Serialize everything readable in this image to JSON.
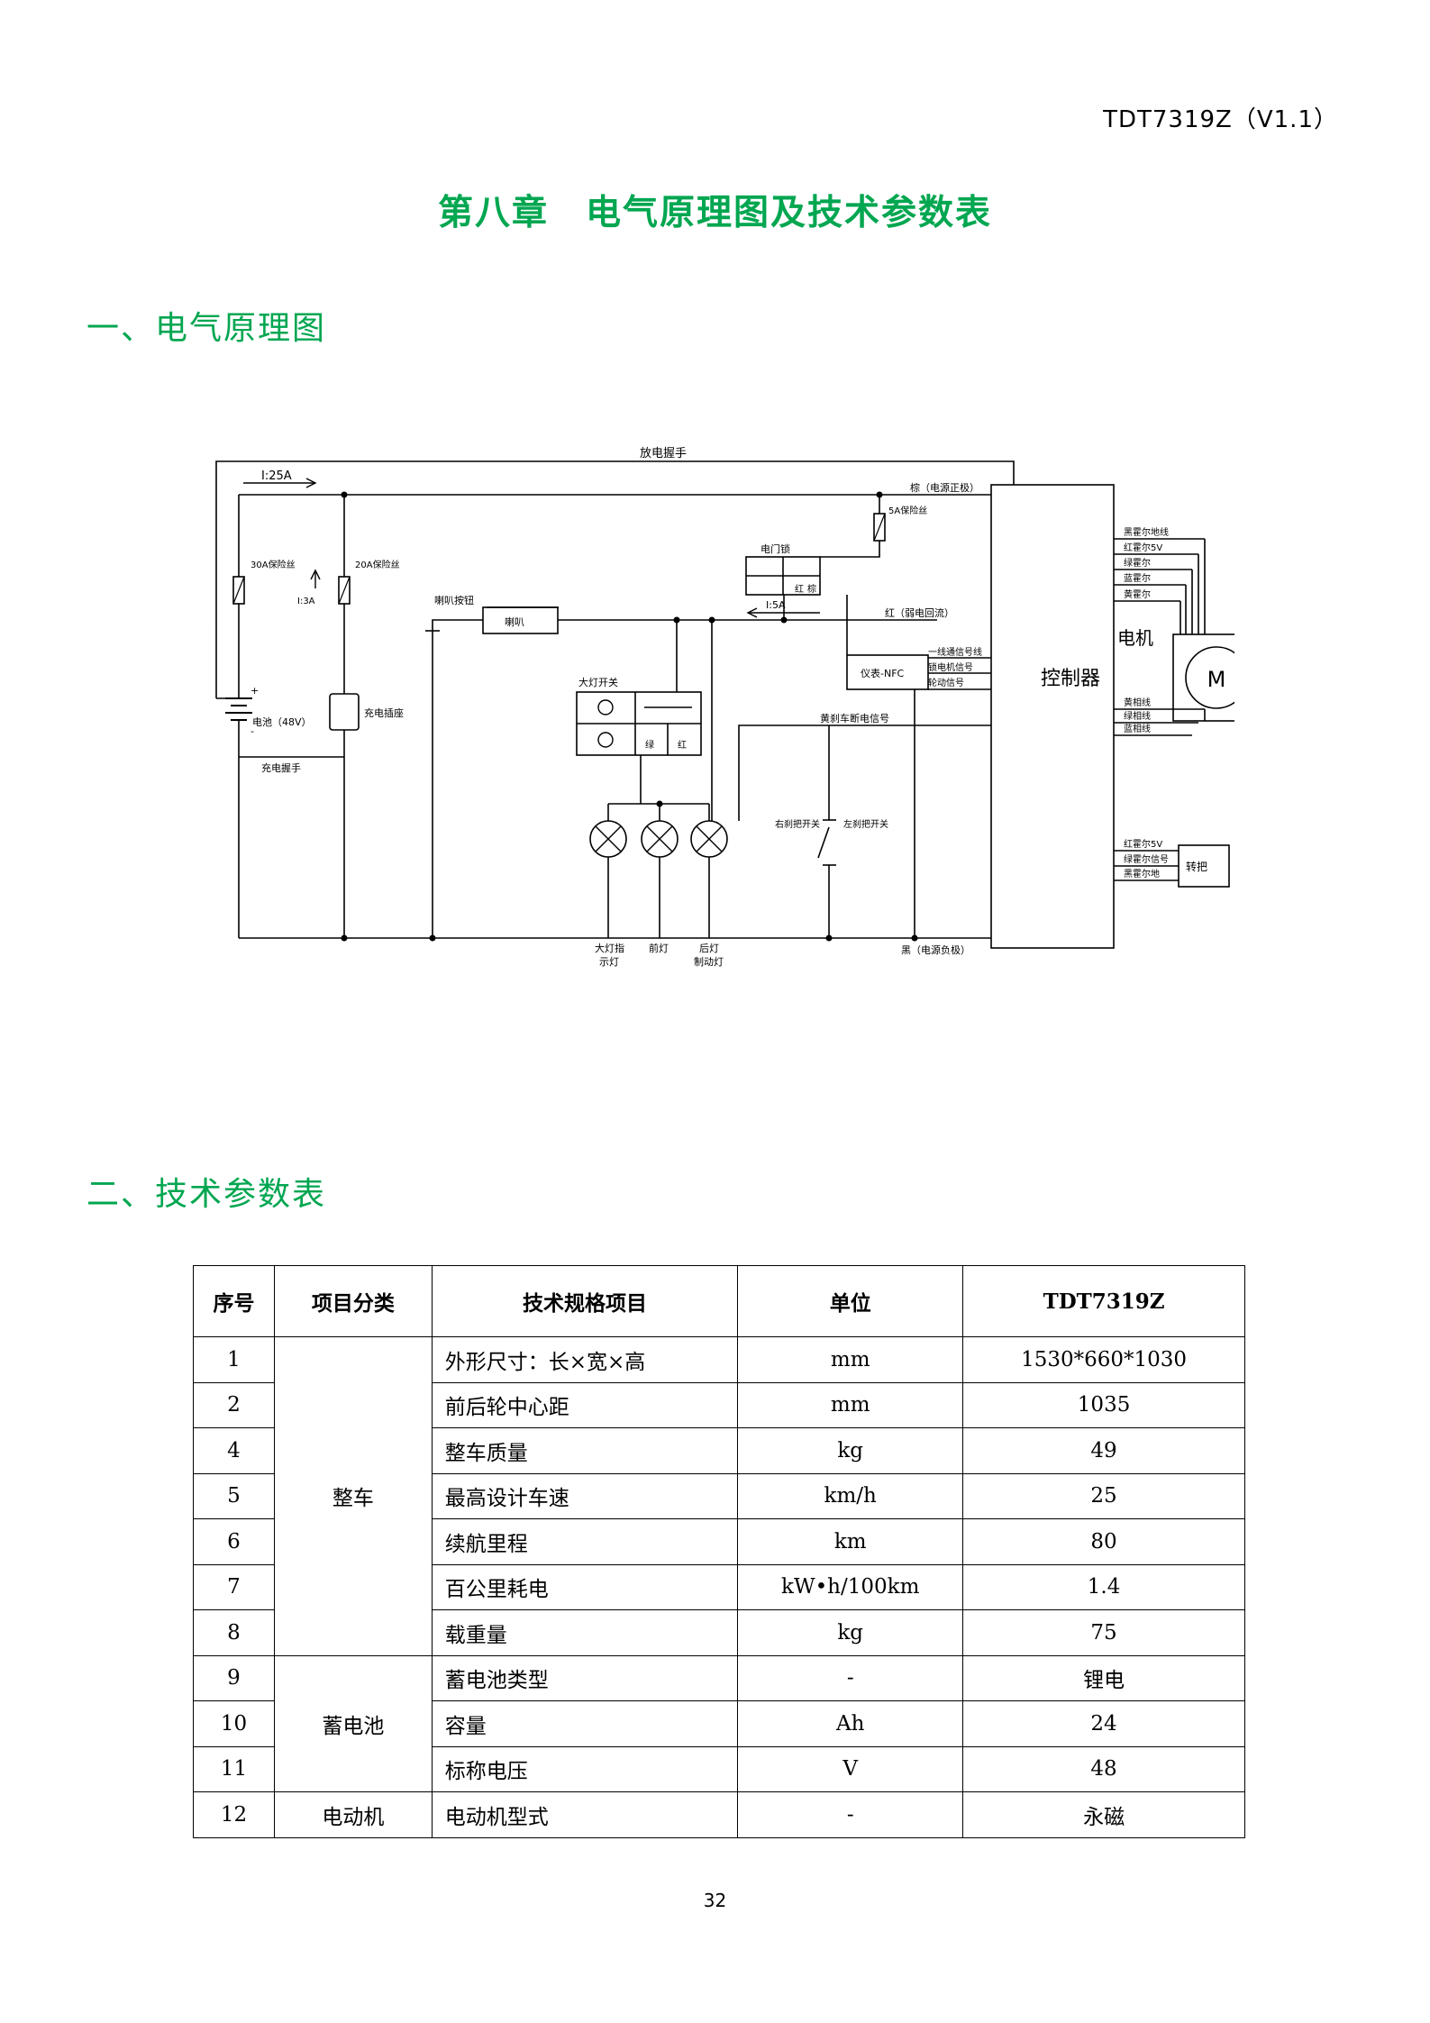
{
  "header": {
    "doc_code": "TDT7319Z（V1.1）"
  },
  "chapter_title": "第八章　电气原理图及技术参数表",
  "sections": {
    "s1": "一、电气原理图",
    "s2": "二、技术参数表"
  },
  "diagram": {
    "discharge_handle": "放电握手",
    "i25a": "I:25A",
    "brown_pos": "棕（电源正极）",
    "fuse30": "30A保险丝",
    "fuse20": "20A保险丝",
    "i3a": "I:3A",
    "fuse5": "5A保险丝",
    "e_lock": "电门锁",
    "red_small": "红",
    "brown_small": "棕",
    "horn_button": "喇叭按钮",
    "horn": "喇叭",
    "i5a": "I:5A",
    "red_weak": "红（弱电回流）",
    "one_wire": "一线通信号线",
    "lock_motor": "锁电机信号",
    "wheel_signal": "轮动信号",
    "meter_nfc": "仪表-NFC",
    "headlight_switch": "大灯开关",
    "green": "绿",
    "red": "红",
    "yellow_brake": "黄刹车断电信号",
    "battery": "电池（48V）",
    "charger_port": "充电插座",
    "charge_handle": "充电握手",
    "plus": "+",
    "minus": "-",
    "controller": "控制器",
    "motor": "电机",
    "motor_m": "M",
    "hall_black_gnd": "黑霍尔地线",
    "hall_red_5v": "红霍尔5V",
    "hall_green": "绿霍尔",
    "hall_blue": "蓝霍尔",
    "hall_yellow": "黄霍尔",
    "phase_yellow": "黄相线",
    "phase_green": "绿相线",
    "phase_blue": "蓝相线",
    "right_brake": "右刹把开关",
    "left_brake": "左刹把开关",
    "throttle_red_5v": "红霍尔5V",
    "throttle_green": "绿霍尔信号",
    "throttle_black": "黑霍尔地",
    "throttle": "转把",
    "head_indicator_1": "大灯指",
    "head_indicator_2": "示灯",
    "front_light": "前灯",
    "rear_light_1": "后灯",
    "rear_light_2": "制动灯",
    "black_neg": "黑（电源负极）"
  },
  "table": {
    "headers": [
      "序号",
      "项目分类",
      "技术规格项目",
      "单位",
      "TDT7319Z"
    ],
    "groups": [
      {
        "category": "整车",
        "rows": [
          {
            "no": "1",
            "item": "外形尺寸：长×宽×高",
            "unit": "mm",
            "value": "1530*660*1030"
          },
          {
            "no": "2",
            "item": "前后轮中心距",
            "unit": "mm",
            "value": "1035"
          },
          {
            "no": "4",
            "item": "整车质量",
            "unit": "kg",
            "value": "49"
          },
          {
            "no": "5",
            "item": "最高设计车速",
            "unit": "km/h",
            "value": "25"
          },
          {
            "no": "6",
            "item": "续航里程",
            "unit": "km",
            "value": "80"
          },
          {
            "no": "7",
            "item": "百公里耗电",
            "unit": "kW•h/100km",
            "value": "1.4"
          },
          {
            "no": "8",
            "item": "载重量",
            "unit": "kg",
            "value": "75"
          }
        ]
      },
      {
        "category": "蓄电池",
        "rows": [
          {
            "no": "9",
            "item": "蓄电池类型",
            "unit": "-",
            "value": "锂电"
          },
          {
            "no": "10",
            "item": "容量",
            "unit": "Ah",
            "value": "24"
          },
          {
            "no": "11",
            "item": "标称电压",
            "unit": "V",
            "value": "48"
          }
        ]
      },
      {
        "category": "电动机",
        "rows": [
          {
            "no": "12",
            "item": "电动机型式",
            "unit": "-",
            "value": "永磁"
          }
        ]
      }
    ]
  },
  "page_number": "32"
}
